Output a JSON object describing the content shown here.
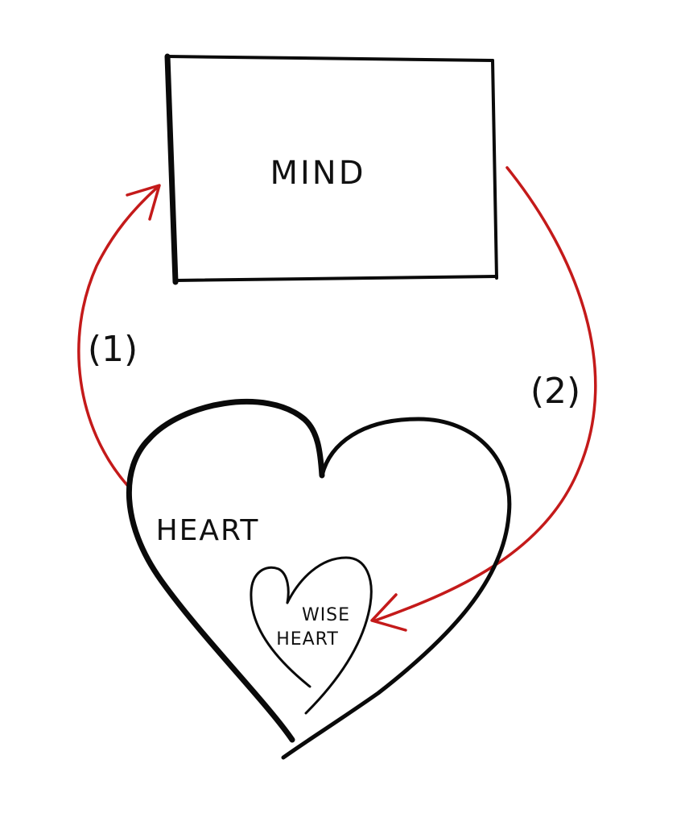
{
  "labels": {
    "mind": "MIND",
    "heart": "HEART",
    "wise_heart_line1": "WISE",
    "wise_heart_line2": "HEART",
    "step1": "(1)",
    "step2": "(2)"
  },
  "colors": {
    "ink": "#0a0a0a",
    "arrow": "#c41a1a",
    "background": "#ffffff"
  }
}
